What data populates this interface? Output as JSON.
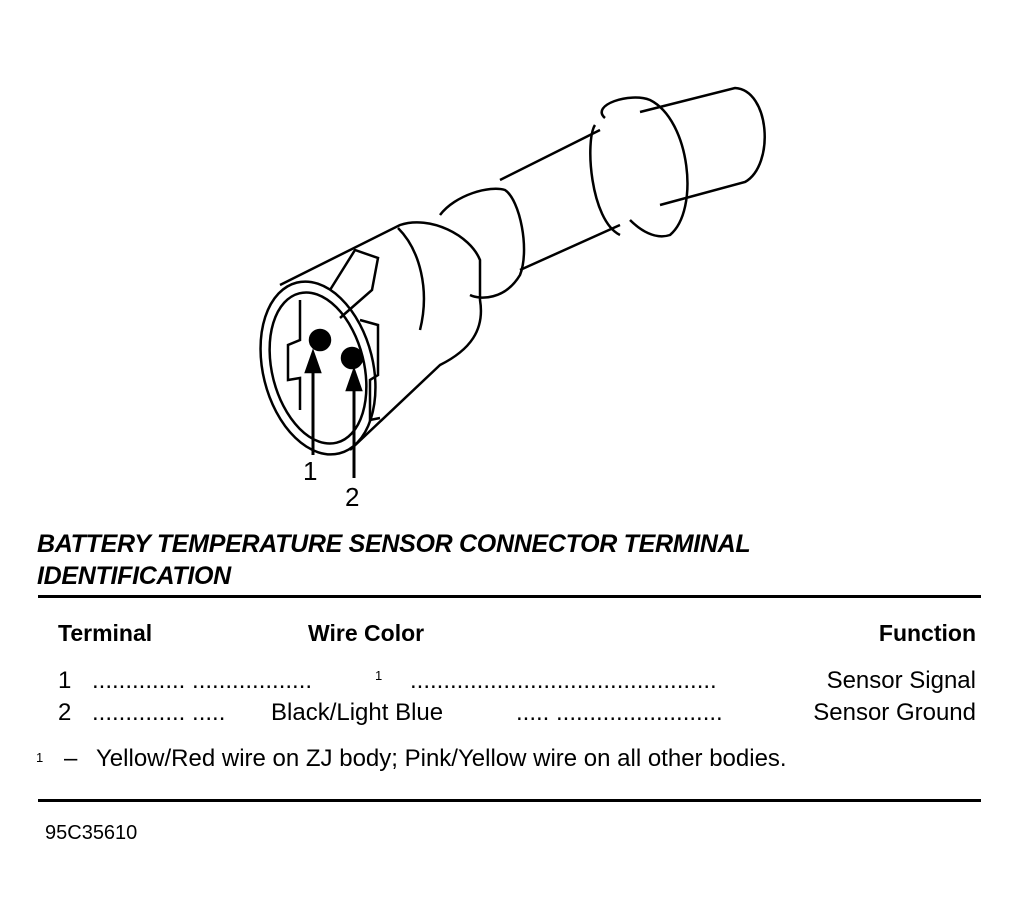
{
  "diagram": {
    "pin_labels": [
      "1",
      "2"
    ]
  },
  "title": {
    "line1": "BATTERY TEMPERATURE SENSOR CONNECTOR TERMINAL",
    "line2": "IDENTIFICATION"
  },
  "table": {
    "headers": {
      "terminal": "Terminal",
      "wire_color": "Wire Color",
      "function": "Function"
    },
    "rows": [
      {
        "terminal": "1",
        "leader1": ".............. ..................",
        "wire_color": "1",
        "leader2": "..............................................",
        "function": "Sensor Signal"
      },
      {
        "terminal": "2",
        "leader1": ".............. .....",
        "wire_color": "Black/Light Blue",
        "leader2": "..... .........................",
        "function": "Sensor Ground"
      }
    ]
  },
  "footnote": {
    "mark": "1",
    "dash": "–",
    "text": "Yellow/Red wire on ZJ body; Pink/Yellow wire on all other bodies."
  },
  "figure_code": "95C35610"
}
